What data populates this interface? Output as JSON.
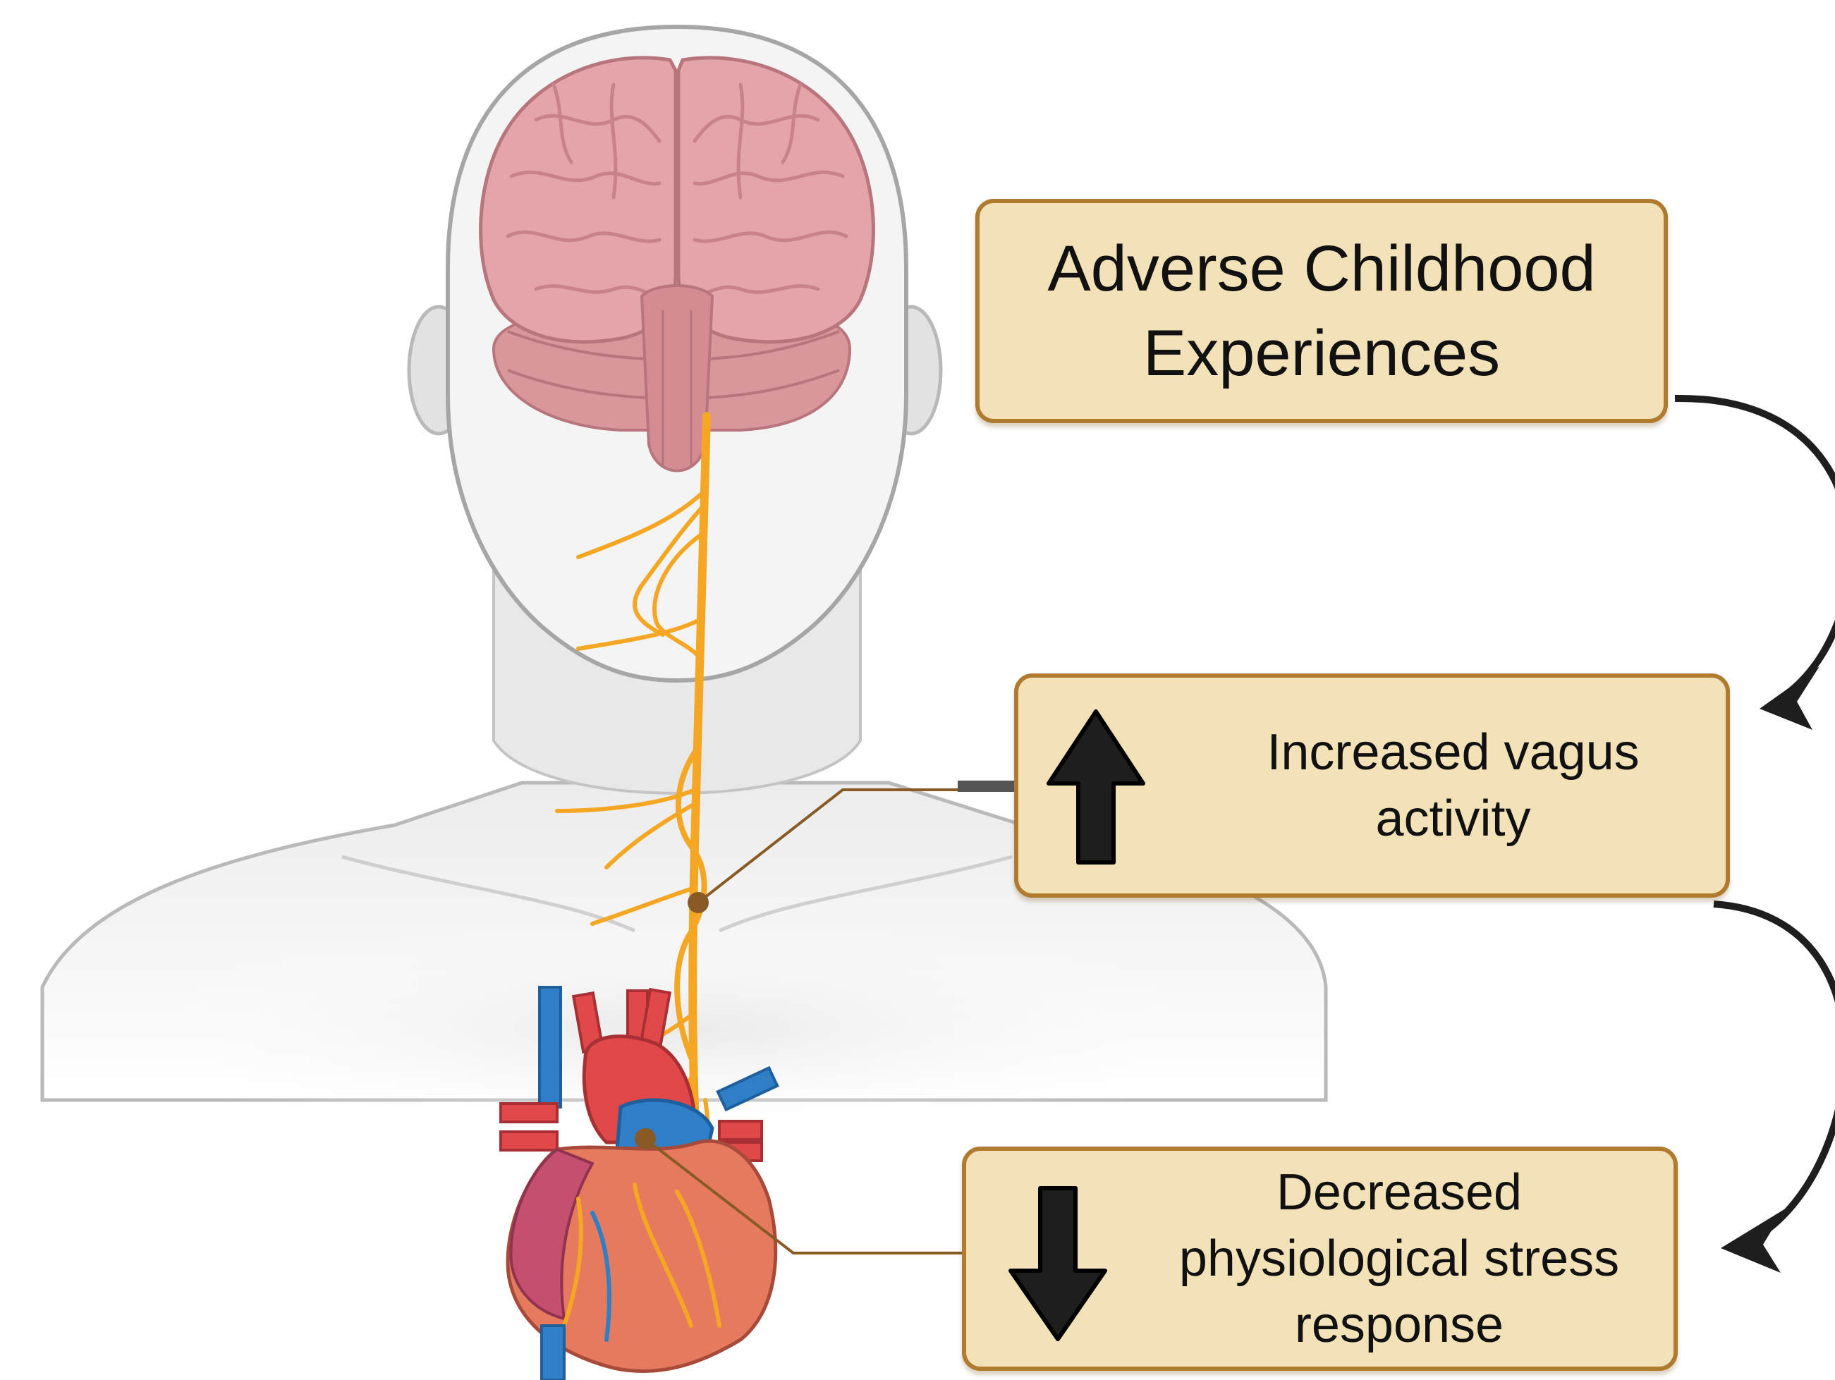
{
  "boxes": {
    "ace": "Adverse Childhood\nExperiences",
    "vagus": "Increased vagus\nactivity",
    "stress": "Decreased\nphysiological stress\nresponse"
  },
  "colors": {
    "box_fill": "#f3e2b8",
    "box_border": "#b07a2f",
    "nerve": "#f5a623",
    "pointer": "#8a5a24",
    "arrow": "#1e1e1e",
    "brain": "#d9979c",
    "skin": "#ececec",
    "heart_red": "#e0484a",
    "vessel_blue": "#2f7fc6"
  },
  "icons": [
    "brain-illustration",
    "head-silhouette",
    "vagus-nerve",
    "heart-illustration",
    "up-arrow-icon",
    "down-arrow-icon",
    "curved-arrow"
  ]
}
